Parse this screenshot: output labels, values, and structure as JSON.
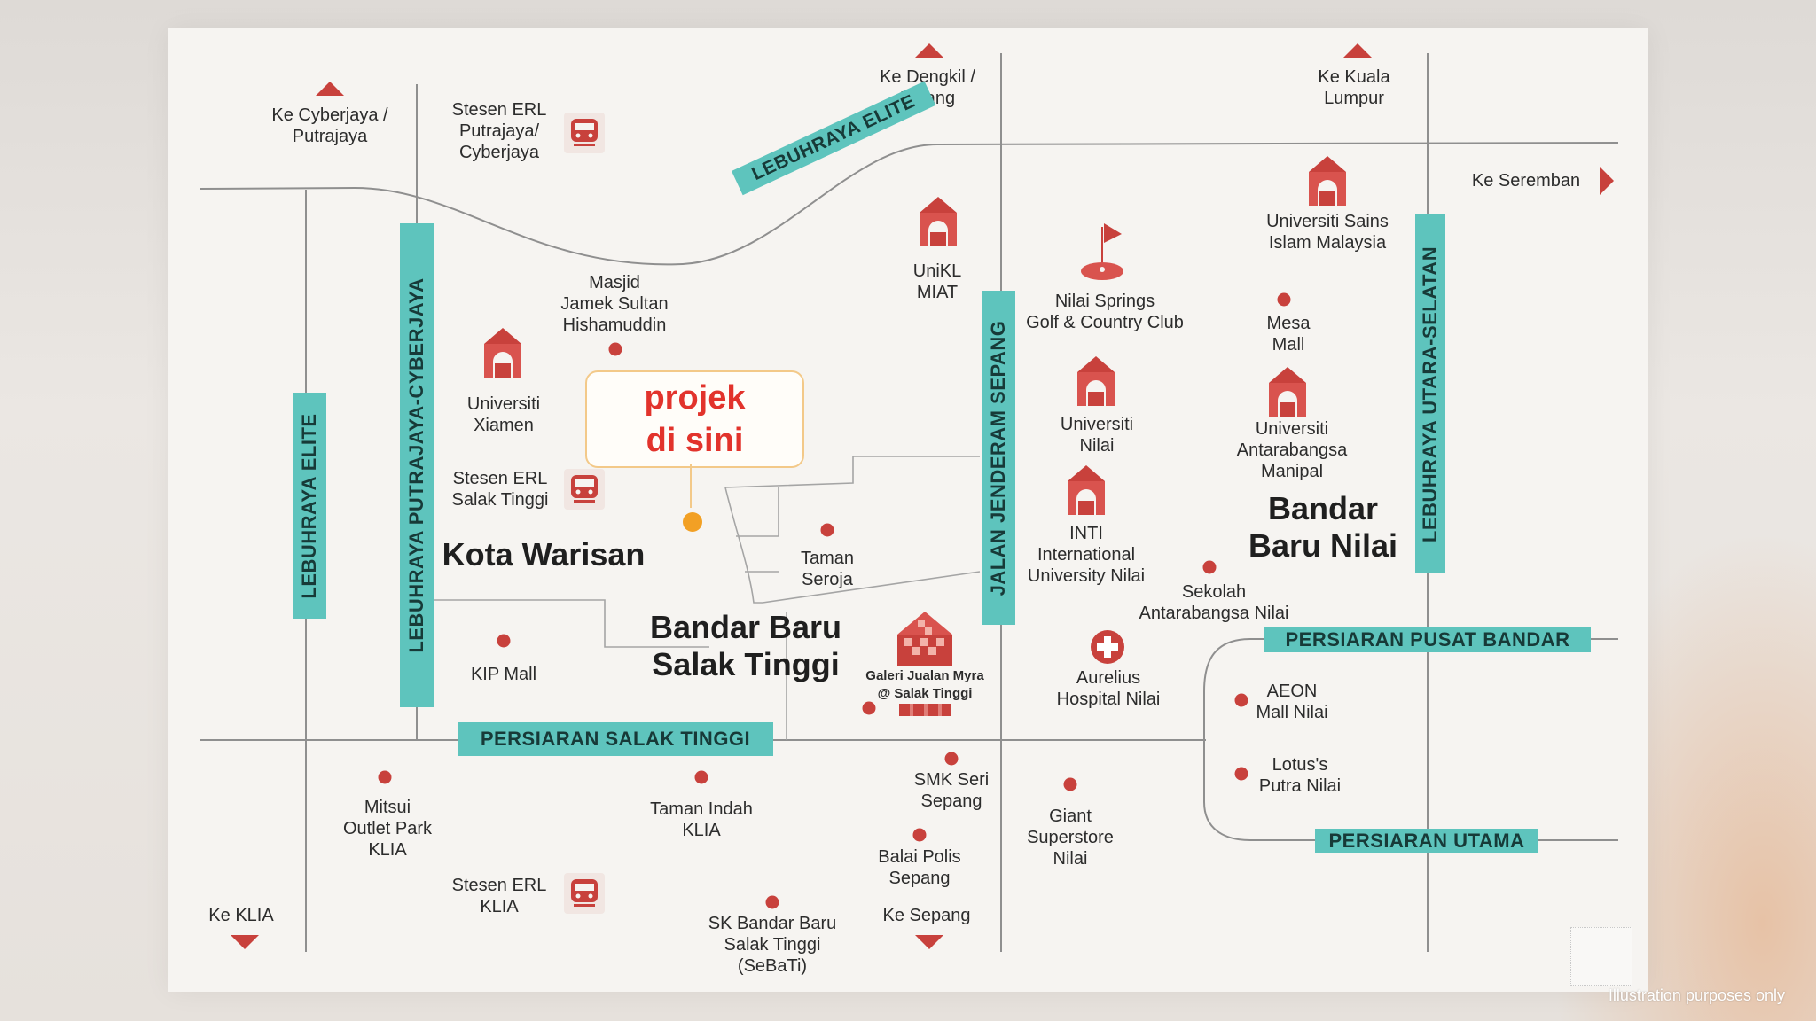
{
  "colors": {
    "accent": "#5ec4bd",
    "marker_red": "#c8413c",
    "callout_text": "#e2332c",
    "pin": "#f2a024"
  },
  "directions": {
    "cyberjaya": "Ke Cyberjaya /\nPutrajaya",
    "dengkil": "Ke Dengkil /\nKajang",
    "kl": "Ke Kuala\nLumpur",
    "seremban": "Ke Seremban",
    "klia": "Ke KLIA",
    "sepang": "Ke Sepang"
  },
  "highways": {
    "elite_left": "LEBUHRAYA ELITE",
    "putrajaya": "LEBUHRAYA PUTRAJAYA-CYBERJAYA",
    "elite_top": "LEBUHRAYA ELITE",
    "jenderam": "JALAN JENDERAM SEPANG",
    "utara": "LEBUHRAYA UTARA-SELATAN",
    "salak": "PERSIARAN SALAK TINGGI",
    "pusat": "PERSIARAN PUSAT BANDAR",
    "utama": "PERSIARAN UTAMA"
  },
  "areas": {
    "kota_warisan": "Kota Warisan",
    "salak_tinggi": "Bandar Baru\nSalak Tinggi",
    "nilai": "Bandar\nBaru Nilai"
  },
  "callout": "projek\ndi sini",
  "places": {
    "erl_putrajaya": "Stesen ERL\nPutrajaya/\nCyberjaya",
    "erl_salak": "Stesen ERL\nSalak Tinggi",
    "erl_klia": "Stesen ERL\nKLIA",
    "masjid": "Masjid\nJamek Sultan\nHishamuddin",
    "xiamen": "Universiti\nXiamen",
    "unikl": "UniKL\nMIAT",
    "golf": "Nilai Springs\nGolf & Country Club",
    "usim": "Universiti Sains\nIslam Malaysia",
    "mesa": "Mesa\nMall",
    "univ_nilai": "Universiti\nNilai",
    "manipal": "Universiti\nAntarabangsa\nManipal",
    "inti": "INTI\nInternational\nUniversity Nilai",
    "seroja": "Taman\nSeroja",
    "sekolah": "Sekolah\nAntarabangsa Nilai",
    "kip": "KIP Mall",
    "galeri": "Galeri Jualan Myra\n@ Salak Tinggi",
    "aurelius": "Aurelius\nHospital Nilai",
    "aeon": "AEON\nMall Nilai",
    "lotus": "Lotus's\nPutra Nilai",
    "mitsui": "Mitsui\nOutlet Park\nKLIA",
    "indah": "Taman Indah\nKLIA",
    "smk": "SMK Seri\nSepang",
    "balai": "Balai Polis\nSepang",
    "giant": "Giant\nSuperstore\nNilai",
    "sk": "SK Bandar Baru\nSalak Tinggi\n(SeBaTi)"
  },
  "note": "Illustration purposes only"
}
